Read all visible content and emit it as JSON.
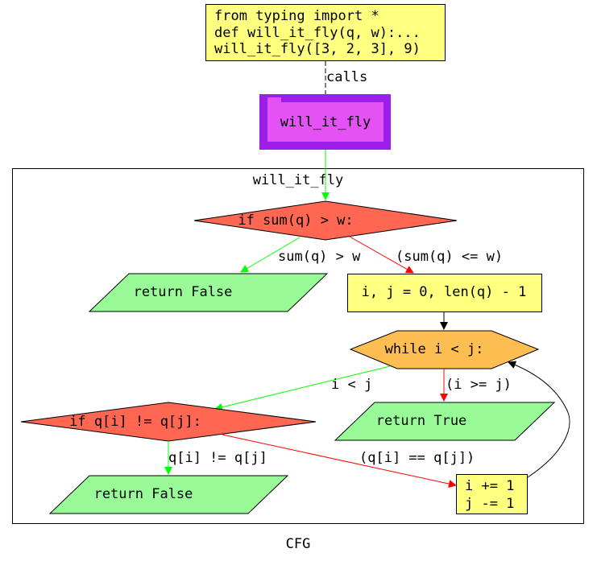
{
  "graph_label": "CFG",
  "cluster_label": "will_it_fly",
  "colors": {
    "code_box": "#ffff80",
    "call_node_outer": "#9c1ee8",
    "call_node_inner": "#e452f5",
    "condition": "#ff6752",
    "loop": "#ffbe52",
    "return": "#98fb98",
    "edge_true": "#00ff00",
    "edge_false": "#ff0000",
    "edge_default": "#000000"
  },
  "nodes": {
    "code": [
      "from typing import *",
      "def will_it_fly(q, w):...",
      "will_it_fly([3, 2, 3], 9)"
    ],
    "call": "will_it_fly",
    "cond_sum": "if sum(q) > w:",
    "return_false_1": "return False",
    "init": "i, j = 0, len(q) - 1",
    "while": "while i < j:",
    "cond_eq": "if q[i] != q[j]:",
    "return_true": "return True",
    "return_false_2": "return False",
    "step": [
      "i += 1",
      "j -= 1"
    ]
  },
  "edges": {
    "calls": "calls",
    "sum_gt": "sum(q) > w",
    "sum_le": "(sum(q) <= w)",
    "i_lt_j": "i < j",
    "i_ge_j": "(i >= j)",
    "neq": "q[i] != q[j]",
    "eq": "(q[i] == q[j])"
  }
}
